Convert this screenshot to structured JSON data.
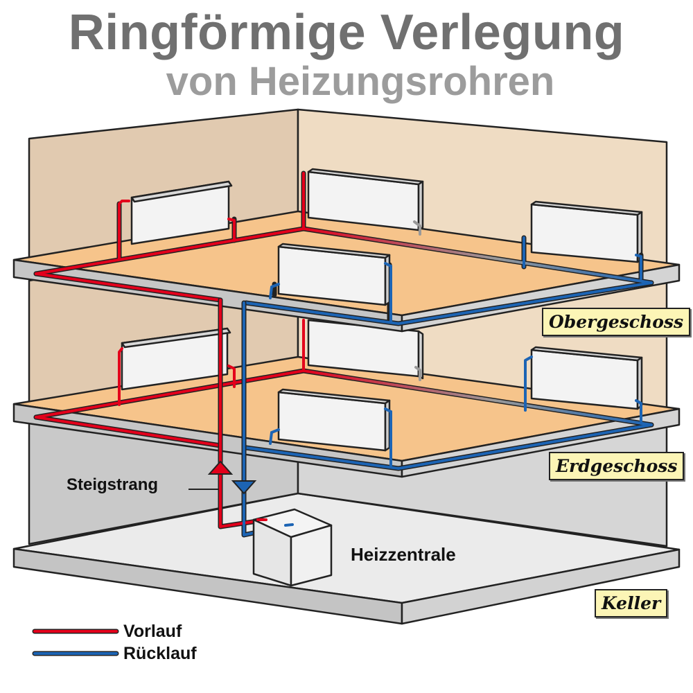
{
  "title": {
    "line1": "Ringförmige Verlegung",
    "line2": "von Heizungsrohren"
  },
  "floors": {
    "upper": "Obergeschoss",
    "ground": "Erdgeschoss",
    "basement": "Keller"
  },
  "annotations": {
    "riser": "Steigstrang",
    "boiler": "Heizzentrale"
  },
  "legend": {
    "supply": "Vorlauf",
    "return": "Rücklauf"
  },
  "colors": {
    "supply": "#e3001b",
    "return": "#1c64b4",
    "floor_top": "#f6c48b",
    "wall_left": "#e2cbb0",
    "wall_right": "#efdcc3",
    "slab": "#c8c8c8",
    "basement_wall": "#c8c8c8",
    "basement_floor": "#ececec",
    "label_bg": "#fcf5b6"
  }
}
